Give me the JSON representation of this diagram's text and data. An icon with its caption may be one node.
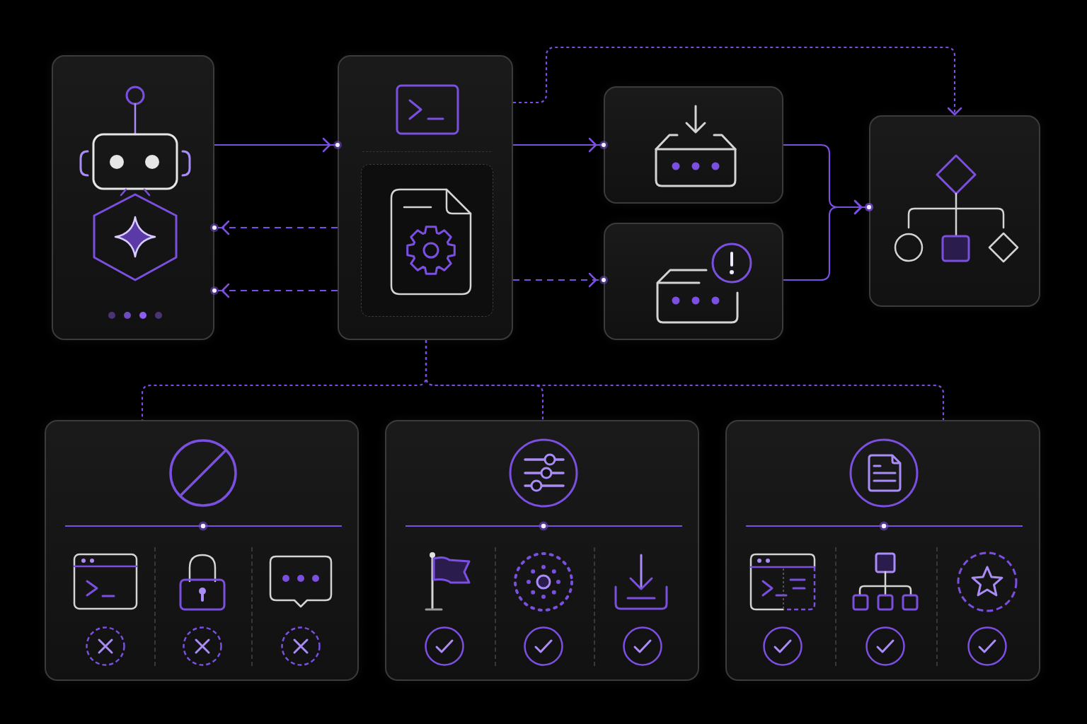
{
  "diagram": {
    "nodes": [
      {
        "text": [],
        "shape": "box"
      },
      {
        "text": [],
        "shape": "box"
      },
      {
        "text": [],
        "shape": "box",
        "in": 1
      },
      {
        "text": [],
        "shape": "box"
      },
      {
        "text": [],
        "shape": "box"
      },
      {
        "text": [],
        "shape": "box"
      },
      {
        "text": [],
        "shape": "box"
      },
      {
        "text": [],
        "shape": "box"
      },
      {
        "text": [],
        "shape": "box"
      }
    ],
    "edges": [
      {
        "from": 0,
        "to": 1,
        "arrow": "to"
      },
      {
        "from": 1,
        "to": 0,
        "arrow": "to",
        "style": "dashed"
      },
      {
        "from": 1,
        "to": 0,
        "arrow": "to",
        "style": "dashed"
      },
      {
        "from": 1,
        "to": 5,
        "arrow": "to",
        "style": "dashed"
      },
      {
        "from": 1,
        "to": 3,
        "arrow": "to"
      },
      {
        "from": 1,
        "to": 4,
        "arrow": "to",
        "style": "dashed"
      },
      {
        "from": 3,
        "to": 5,
        "arrow": "to"
      },
      {
        "from": 4,
        "to": 5,
        "arrow": "to"
      },
      {
        "from": 1,
        "to": 6,
        "arrow": "none",
        "style": "dashed"
      },
      {
        "from": 1,
        "to": 7,
        "arrow": "none",
        "style": "dashed"
      },
      {
        "from": 1,
        "to": 8,
        "arrow": "none",
        "style": "dashed"
      }
    ]
  }
}
